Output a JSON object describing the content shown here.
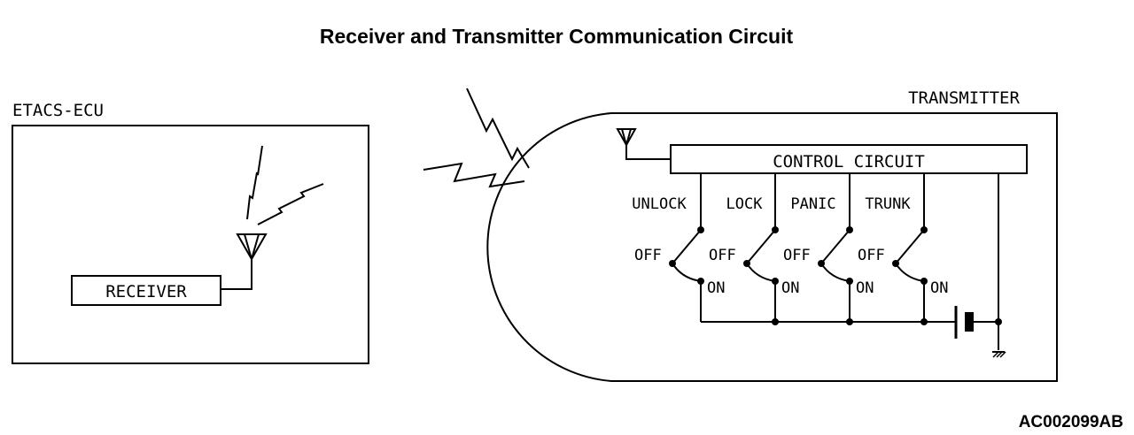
{
  "title": "Receiver and Transmitter Communication Circuit",
  "ecu": {
    "label": "ETACS-ECU",
    "receiver_label": "RECEIVER"
  },
  "transmitter": {
    "label": "TRANSMITTER",
    "control_label": "CONTROL CIRCUIT",
    "switches": [
      {
        "name": "UNLOCK",
        "off": "OFF",
        "on": "ON"
      },
      {
        "name": "LOCK",
        "off": "OFF",
        "on": "ON"
      },
      {
        "name": "PANIC",
        "off": "OFF",
        "on": "ON"
      },
      {
        "name": "TRUNK",
        "off": "OFF",
        "on": "ON"
      }
    ]
  },
  "figure_code": "AC002099AB",
  "icons": [
    "antenna-icon",
    "signal-wave-icon",
    "battery-icon",
    "ground-icon"
  ]
}
